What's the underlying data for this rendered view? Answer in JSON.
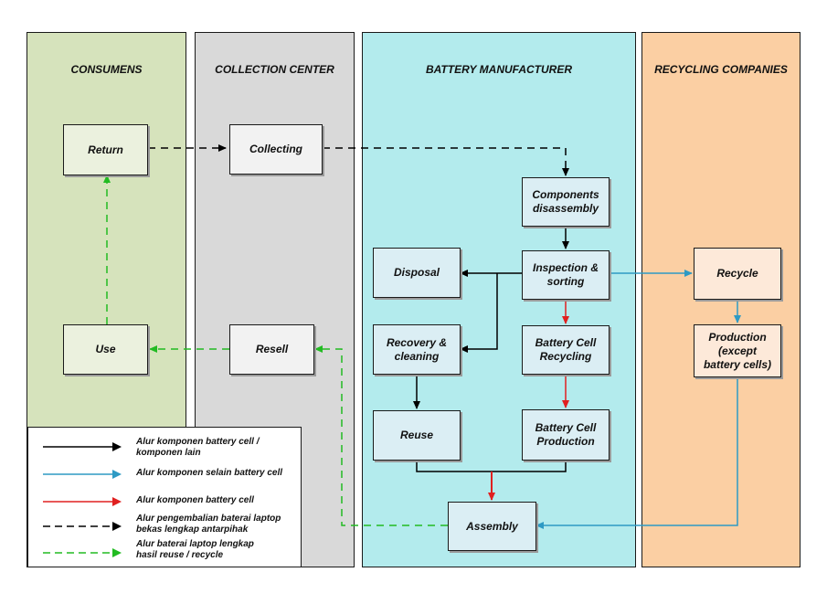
{
  "lanes": [
    {
      "id": "consumens",
      "title": "CONSUMENS",
      "color": "#d6e3bc"
    },
    {
      "id": "collection",
      "title": "COLLECTION CENTER",
      "color": "#d9d9d9"
    },
    {
      "id": "manufacturer",
      "title": "BATTERY MANUFACTURER",
      "color": "#b3ebed"
    },
    {
      "id": "recycling",
      "title": "RECYCLING COMPANIES",
      "color": "#fbcfa3"
    }
  ],
  "nodes": {
    "return": "Return",
    "use": "Use",
    "collecting": "Collecting",
    "resell": "Resell",
    "components_disassembly": "Components\ndisassembly",
    "inspection_sorting": "Inspection &\nsorting",
    "disposal": "Disposal",
    "recovery_cleaning": "Recovery &\ncleaning",
    "battery_cell_recycling": "Battery Cell\nRecycling",
    "reuse": "Reuse",
    "battery_cell_production": "Battery Cell\nProduction",
    "assembly": "Assembly",
    "recycle": "Recycle",
    "production_except": "Production\n(except\nbattery cells)"
  },
  "node_colors": {
    "consumens": "#ebf1de",
    "collection": "#f2f2f2",
    "manufacturer": "#dbeef4",
    "recycling": "#fde9d9"
  },
  "flow_colors": {
    "black": "#000000",
    "blue": "#2e9ac4",
    "red": "#e02020",
    "black_dashed": "#000000",
    "green_dashed": "#22bb22"
  },
  "legend": [
    {
      "style": "black",
      "label": "Alur komponen battery cell /\nkomponen lain"
    },
    {
      "style": "blue",
      "label": "Alur komponen selain battery cell"
    },
    {
      "style": "red",
      "label": "Alur komponen battery cell"
    },
    {
      "style": "black_dashed",
      "label": "Alur pengembalian baterai laptop\nbekas lengkap antarpihak"
    },
    {
      "style": "green_dashed",
      "label": "Alur baterai laptop lengkap\nhasil reuse / recycle"
    }
  ]
}
